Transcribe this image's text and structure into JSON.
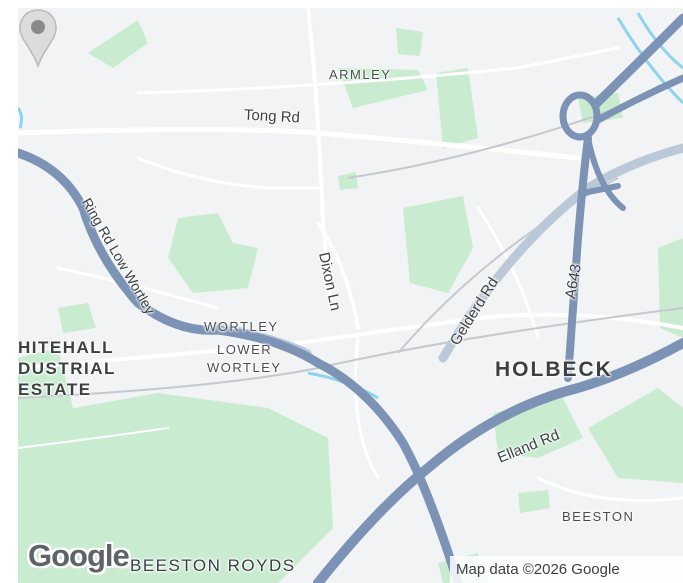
{
  "map": {
    "areas": {
      "armley": "ARMLEY",
      "wortley": "WORTLEY",
      "lower": "LOWER",
      "lower_wortley": "WORTLEY",
      "holbeck": "HOLBECK",
      "beeston": "BEESTON",
      "beeston_royds": "BEESTON ROYDS",
      "whitehall_1": "HITEHALL",
      "whitehall_2": "DUSTRIAL",
      "whitehall_3": "ESTATE"
    },
    "roads": {
      "tong_rd": "Tong Rd",
      "dixon_ln": "Dixon Ln",
      "ring_rd": "Ring Rd Low Wortley",
      "gelderd_rd": "Gelderd Rd",
      "a643": "A643",
      "elland_rd": "Elland Rd"
    },
    "logo": "Google",
    "attribution": "Map data ©2026 Google",
    "colors": {
      "background": "#f1f3f4",
      "park": "#c9ecd1",
      "park_dark": "#a8dfb4",
      "motorway": "#7c93b5",
      "road": "#ffffff",
      "water": "#8fd3ef",
      "pin": "#dcdcdc"
    },
    "pin_icon": "map-pin-icon"
  }
}
